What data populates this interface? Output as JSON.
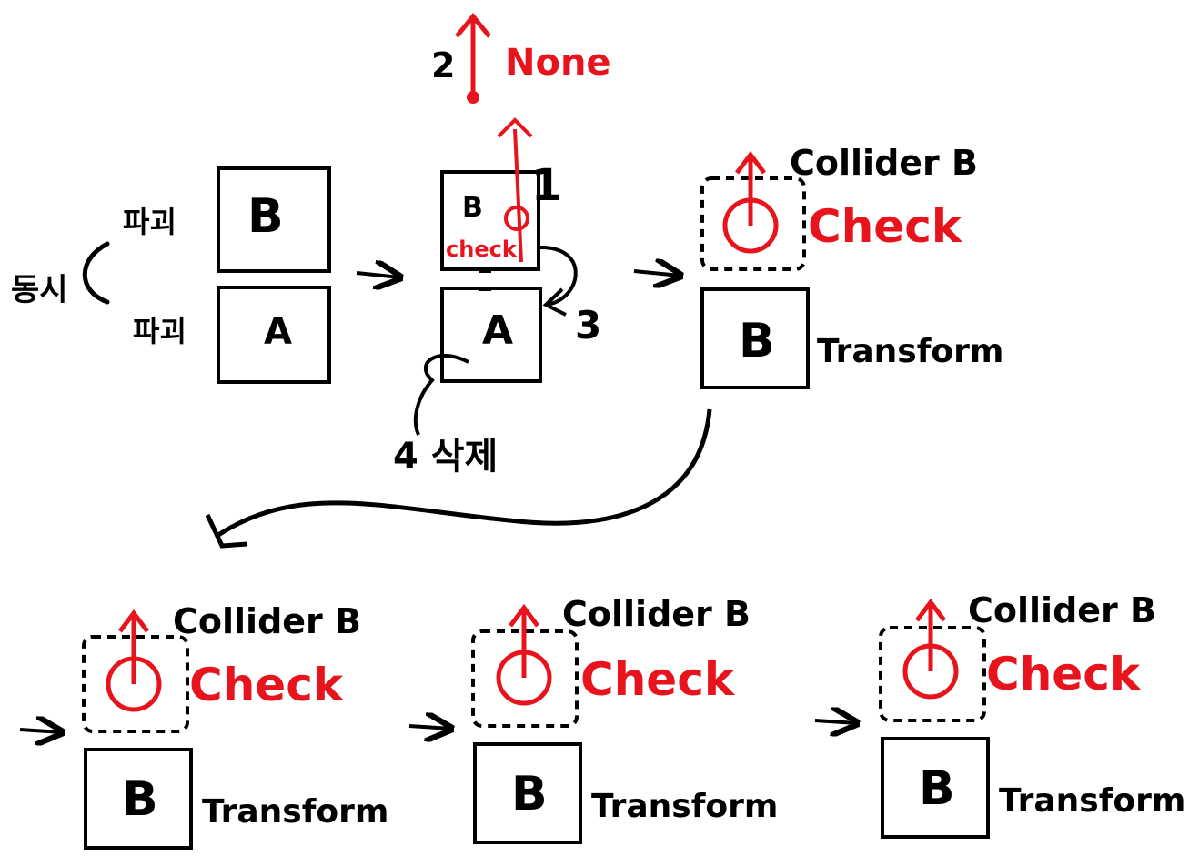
{
  "colors": {
    "ink": "#000000",
    "accent": "#e8141d"
  },
  "labels": {
    "simultaneous": "동시",
    "destroy_top": "파괴",
    "destroy_bottom": "파괴",
    "box_b": "B",
    "box_a": "A",
    "box_b_mid": "B",
    "box_a_mid": "A",
    "check_small": "check",
    "step_1": "1",
    "step_2": "2",
    "none": "None",
    "step_3": "3",
    "step_4_delete": "4 삭제",
    "collider_b": "Collider B",
    "check": "Check",
    "transform": "Transform",
    "transform_b": "B"
  },
  "panels": [
    {
      "collider_label": "Collider B",
      "check_label": "Check",
      "box_label": "B",
      "transform_label": "Transform"
    },
    {
      "collider_label": "Collider B",
      "check_label": "Check",
      "box_label": "B",
      "transform_label": "Transform"
    },
    {
      "collider_label": "Collider B",
      "check_label": "Check",
      "box_label": "B",
      "transform_label": "Transform"
    }
  ]
}
